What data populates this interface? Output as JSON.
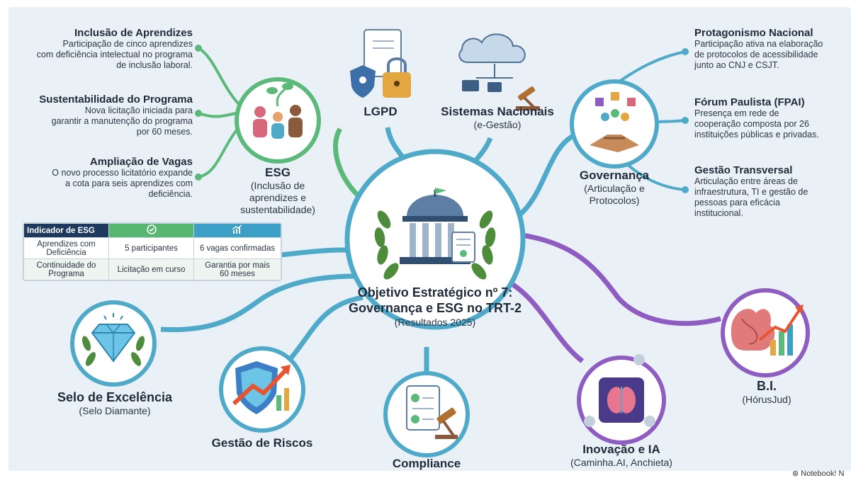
{
  "center": {
    "title_line1": "Objetivo Estratégico nº 7:",
    "title_line2": "Governança e ESG no TRT-2",
    "subtitle": "(Resultados 2025)"
  },
  "esg": {
    "title": "ESG",
    "sub1": "(Inclusão de",
    "sub2": "aprendizes e",
    "sub3": "sustentabilidade)",
    "items": [
      {
        "title": "Inclusão de Aprendizes",
        "lines": [
          "Participação de cinco aprendizes",
          "com deficiência intelectual no programa",
          "de inclusão laboral."
        ]
      },
      {
        "title": "Sustentabilidade do Programa",
        "lines": [
          "Nova licitação iniciada para",
          "garantir a manutenção do programa",
          "por 60 meses."
        ]
      },
      {
        "title": "Ampliação de Vagas",
        "lines": [
          "O novo processo licitatório expande",
          "a cota para seis aprendizes com",
          "deficiência."
        ]
      }
    ]
  },
  "table": {
    "header": "Indicador de ESG",
    "rows": [
      {
        "label_1": "Aprendizes com",
        "label_2": "Deficiência",
        "c1": "5 participantes",
        "c2": "6 vagas confirmadas"
      },
      {
        "label_1": "Continuidade do",
        "label_2": "Programa",
        "c1": "Licitação em curso",
        "c2_1": "Garantia por mais",
        "c2_2": "60 meses"
      }
    ]
  },
  "lgpd": {
    "title": "LGPD"
  },
  "sistemas": {
    "title": "Sistemas Nacionais",
    "sub": "(e-Gestão)"
  },
  "governanca": {
    "title": "Governança",
    "sub1": "(Articulação e",
    "sub2": "Protocolos)",
    "items": [
      {
        "title": "Protagonismo Nacional",
        "lines": [
          "Participação ativa na elaboração",
          "de protocolos de acessibilidade",
          "junto ao CNJ e CSJT."
        ]
      },
      {
        "title": "Fórum Paulista (FPAI)",
        "lines": [
          "Presença em rede de",
          "cooperação composta por 26",
          "instituições públicas e privadas."
        ]
      },
      {
        "title": "Gestão Transversal",
        "lines": [
          "Articulação entre áreas de",
          "infraestrutura, TI e gestão de",
          "pessoas para eficácia",
          "institucional."
        ]
      }
    ]
  },
  "selo": {
    "title": "Selo de Excelência",
    "sub": "(Selo Diamante)"
  },
  "riscos": {
    "title": "Gestão de Riscos"
  },
  "compliance": {
    "title": "Compliance"
  },
  "inovacao": {
    "title": "Inovação e IA",
    "sub": "(Caminha.AI, Anchieta)"
  },
  "bi": {
    "title": "B.I.",
    "sub": "(HórusJud)"
  },
  "footer": "Notebook! N",
  "colors": {
    "green": "#5bb97a",
    "teal": "#4fa9c9",
    "purple": "#8f5cc2",
    "table_header": "#1d3a5e",
    "table_green": "#56b870",
    "table_teal": "#3c9fc6"
  }
}
